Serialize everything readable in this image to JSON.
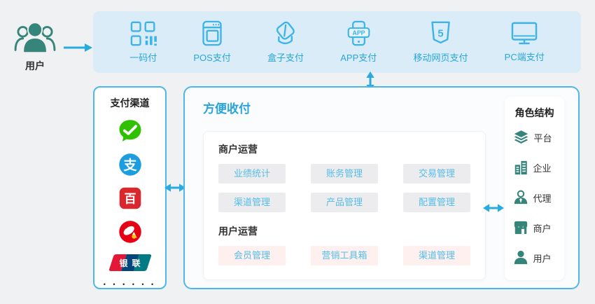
{
  "colors": {
    "accent_blue": "#29abe2",
    "border_blue": "#4db7e9",
    "topbar_bg": "#d9ecf7",
    "teal": "#35857b",
    "chip_gray_bg": "#ececee",
    "chip_pink_bg": "#fdf0ef",
    "chip_text_blue": "#56bde9",
    "wechat_green": "#2dc100",
    "alipay_blue": "#1b9de0",
    "baidu_red": "#d9272e",
    "fish_red": "#e60014",
    "unionpay_red": "#e21836",
    "unionpay_navy": "#00457c",
    "unionpay_teal": "#007b84"
  },
  "user_source": {
    "label": "用户"
  },
  "topbar": {
    "app_badge": "APP",
    "html5_glyph": "5",
    "items": [
      {
        "icon": "qr-pay-icon",
        "label": "一码付"
      },
      {
        "icon": "pos-terminal-icon",
        "label": "POS支付"
      },
      {
        "icon": "box-device-icon",
        "label": "盒子支付"
      },
      {
        "icon": "app-phone-icon",
        "label": "APP支付"
      },
      {
        "icon": "html5-shield-icon",
        "label": "移动网页支付"
      },
      {
        "icon": "pc-monitor-icon",
        "label": "PC端支付"
      }
    ]
  },
  "channels": {
    "title": "支付渠道",
    "alipay_glyph": "支",
    "baidu_glyph": "百",
    "unionpay_text": "银联",
    "items": [
      "wechat-pay",
      "alipay",
      "baidu-wallet",
      "fish-pay",
      "unionpay"
    ],
    "more_dots": "• • • • • •"
  },
  "main": {
    "title": "方便收付",
    "merchant_ops": {
      "title": "商户运营",
      "buttons": [
        "业绩统计",
        "账务管理",
        "交易管理",
        "渠道管理",
        "产品管理",
        "配置管理"
      ]
    },
    "user_ops": {
      "title": "用户运营",
      "buttons": [
        "会员管理",
        "营销工具箱",
        "渠道管理"
      ]
    }
  },
  "roles": {
    "title": "角色结构",
    "items": [
      {
        "icon": "layers-icon",
        "label": "平台"
      },
      {
        "icon": "building-icon",
        "label": "企业"
      },
      {
        "icon": "agent-person-icon",
        "label": "代理"
      },
      {
        "icon": "storefront-icon",
        "label": "商户"
      },
      {
        "icon": "person-icon",
        "label": "用户"
      }
    ]
  }
}
